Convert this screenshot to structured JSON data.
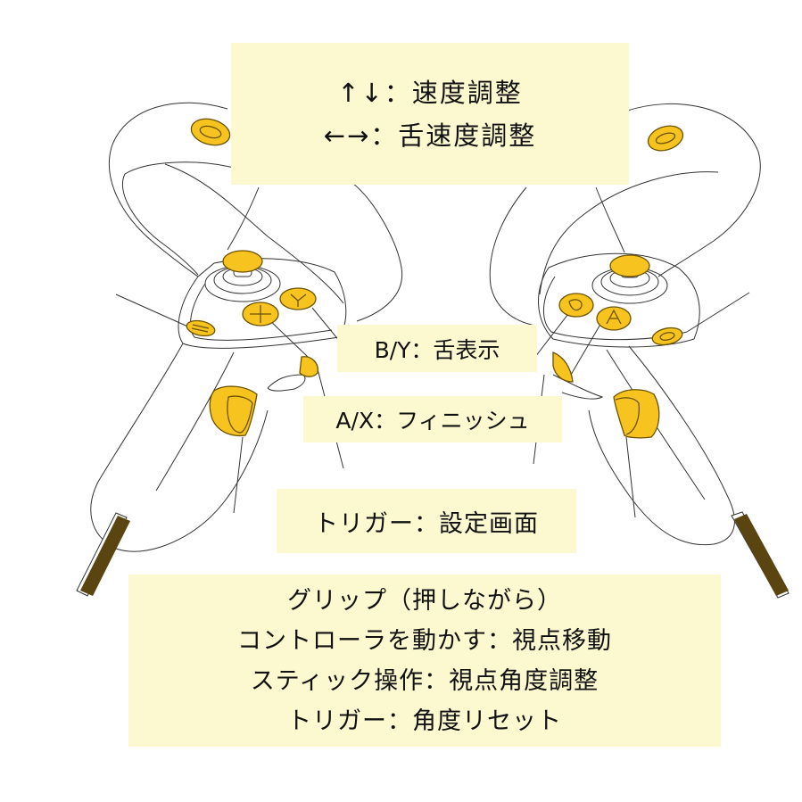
{
  "colors": {
    "background": "#ffffff",
    "label_background": "#fcf8cf",
    "button_fill": "#f7c31e",
    "button_outline": "#6b5200",
    "strap_color": "#5a4410",
    "line_color": "#333333",
    "text_color": "#111111"
  },
  "labels": {
    "stick_directions": {
      "line1": "↑↓：速度調整",
      "line2": "←→：舌速度調整"
    },
    "by_button": "B/Y：舌表示",
    "ax_button": "A/X：フィニッシュ",
    "trigger": "トリガー：設定画面",
    "grip": {
      "line1": "グリップ（押しながら）",
      "line2": "コントローラを動かす：視点移動",
      "line3": "スティック操作：視点角度調整",
      "line4": "トリガー：角度リセット"
    }
  },
  "controllers": {
    "left": {
      "buttons": [
        "X",
        "Y",
        "menu"
      ],
      "parts": [
        "thumbstick",
        "grip",
        "trigger",
        "strap"
      ]
    },
    "right": {
      "buttons": [
        "A",
        "B",
        "oculus"
      ],
      "parts": [
        "thumbstick",
        "grip",
        "trigger",
        "strap"
      ]
    }
  }
}
